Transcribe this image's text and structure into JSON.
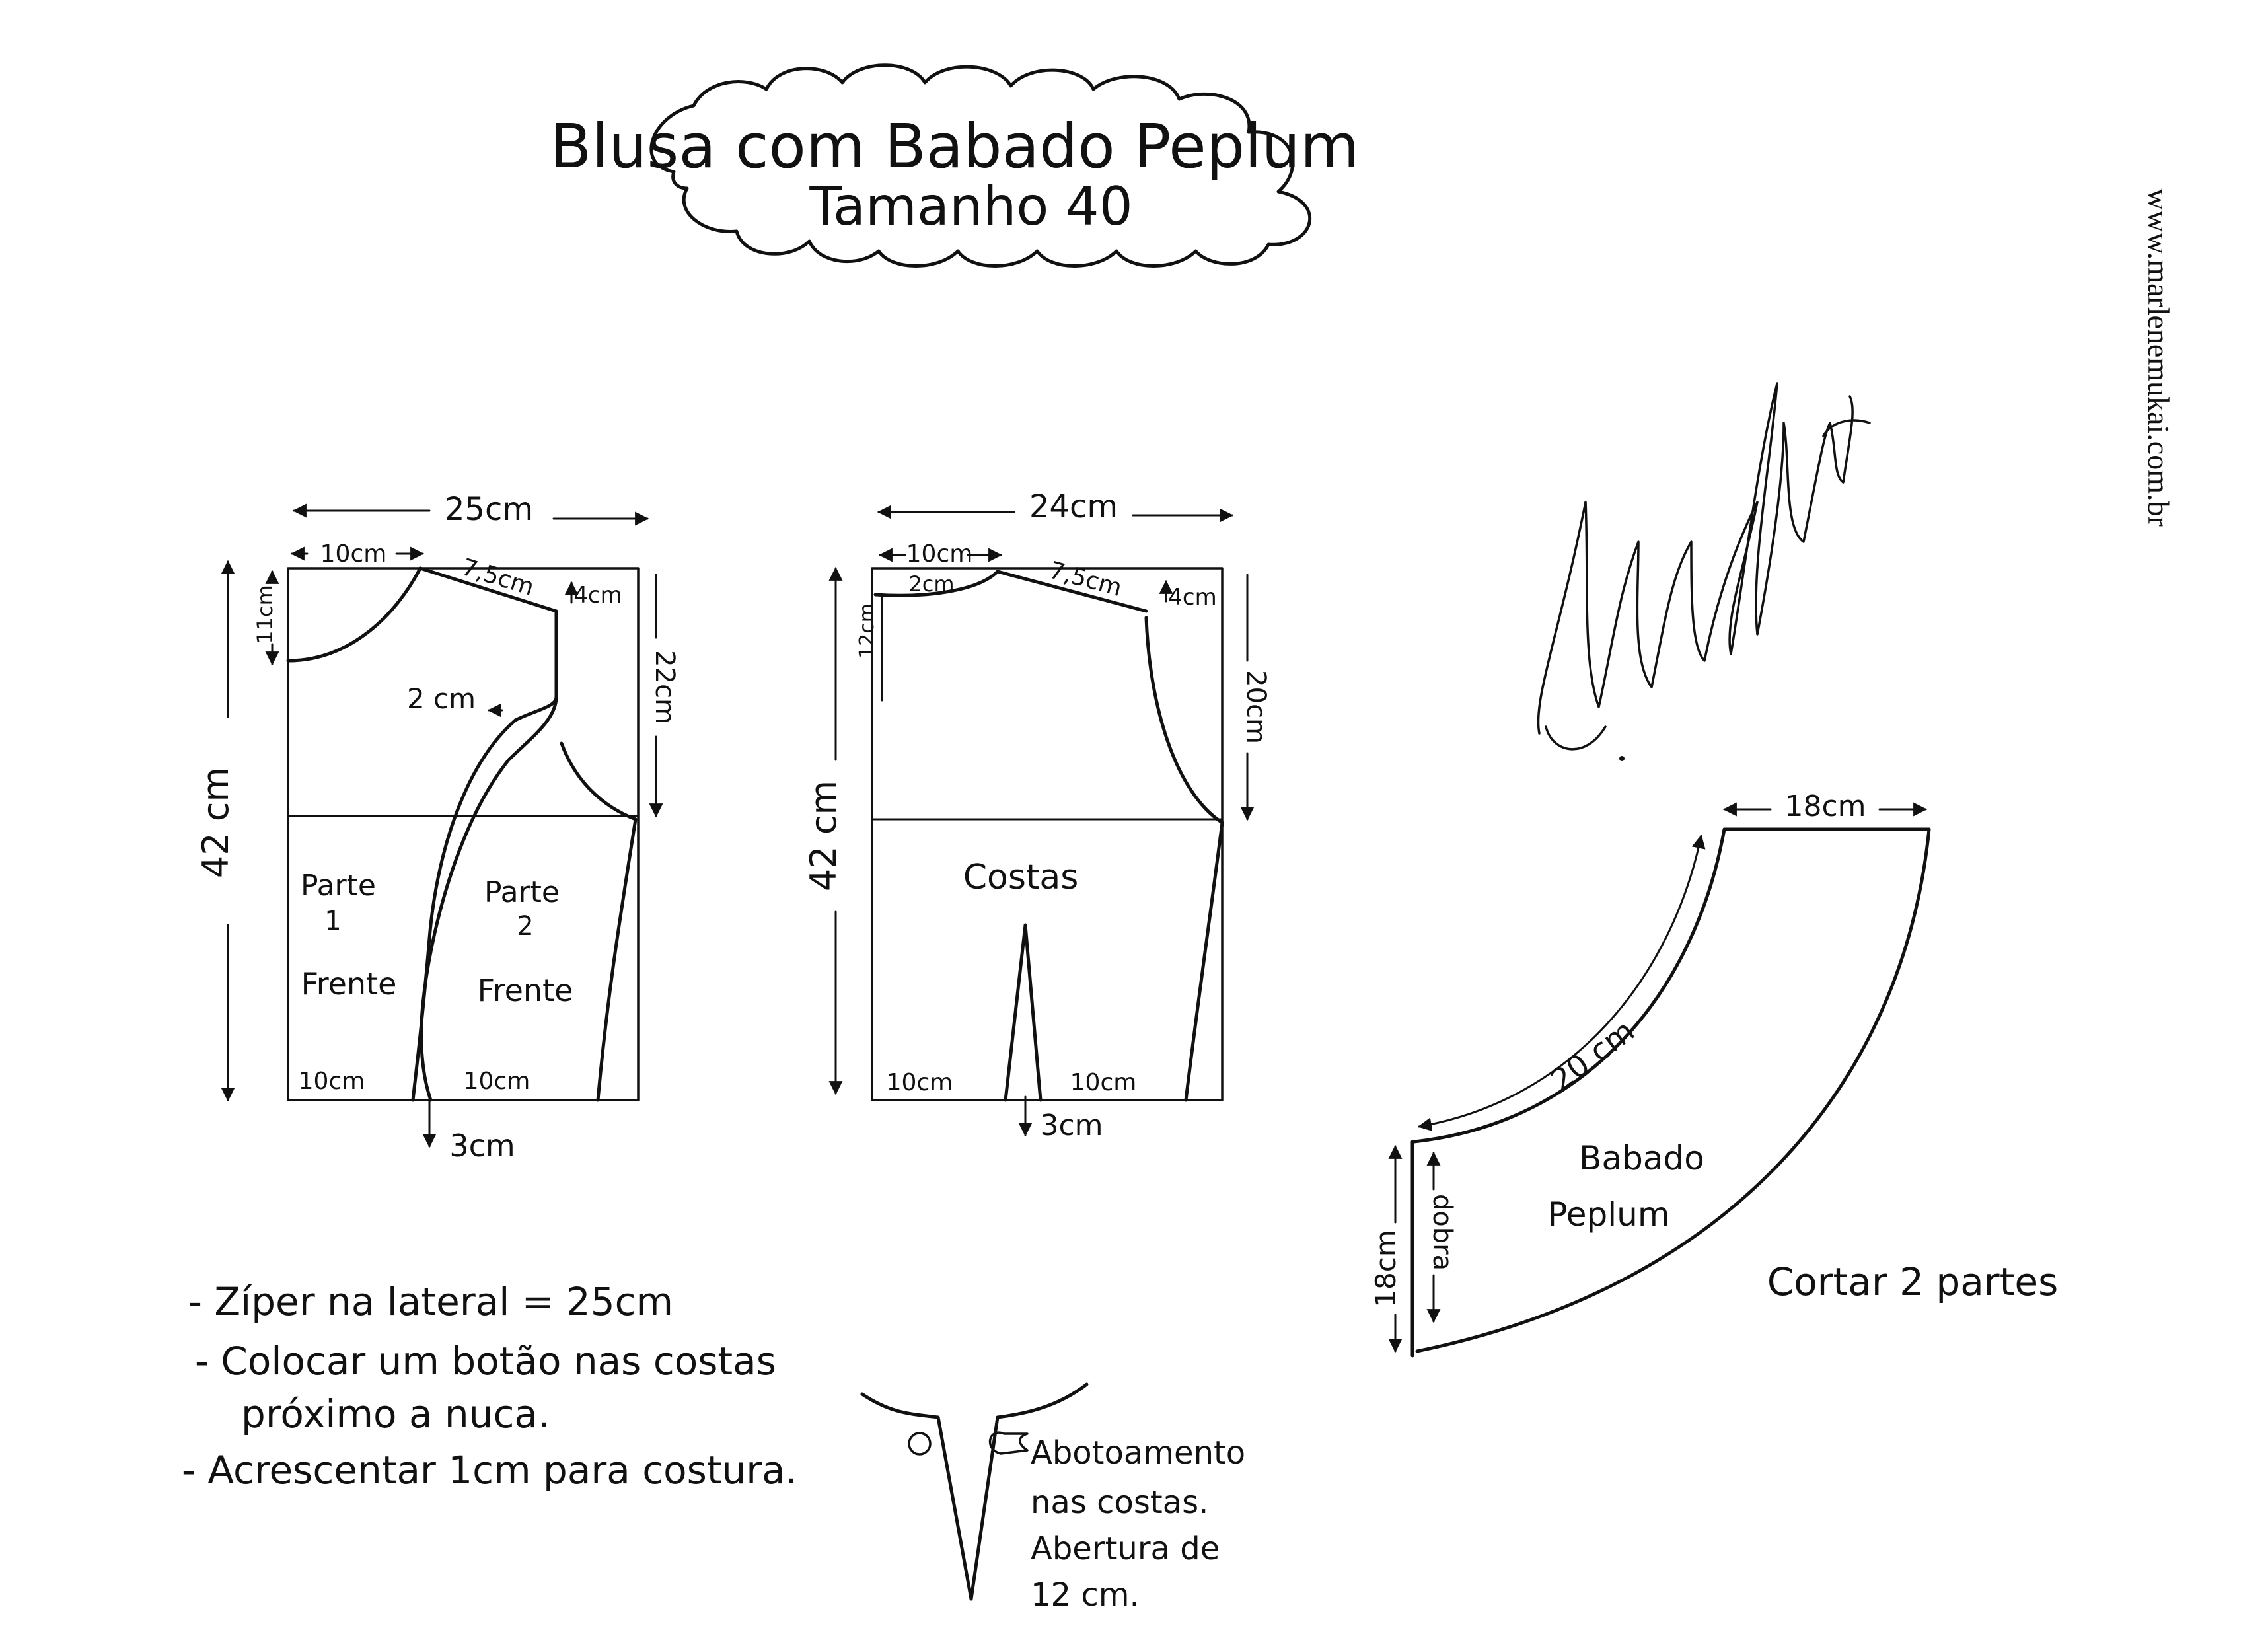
{
  "title": {
    "line1": "Blusa com Babado Peplum",
    "line2": "Tamanho 40"
  },
  "website": "www.marlenemukai.com.br",
  "signature": "Marlene Mukai",
  "front": {
    "width": "25cm",
    "height": "42 cm",
    "neck_width": "10cm",
    "shoulder": "7,5cm",
    "shoulder_drop": "4cm",
    "neck_depth": "11cm",
    "armhole_depth": "22cm",
    "curve_offset": "2 cm",
    "part1_line1": "Parte",
    "part1_line2": "1",
    "part1_line3": "Frente",
    "part2_line1": "Parte",
    "part2_line2": "2",
    "part2_line3": "Frente",
    "hem_left": "10cm",
    "hem_right": "10cm",
    "hem_gap": "3cm"
  },
  "back": {
    "width": "24cm",
    "height": "42 cm",
    "neck_width": "10cm",
    "neck_depth_small": "2cm",
    "shoulder": "7,5cm",
    "shoulder_drop": "4cm",
    "neck_depth": "12cm",
    "armhole_depth": "20cm",
    "label": "Costas",
    "hem_left": "10cm",
    "hem_right": "10cm",
    "dart": "3cm"
  },
  "peplum": {
    "top_width": "18cm",
    "inner_curve": "20 cm",
    "side": "18cm",
    "fold": "dobra",
    "label_line1": "Babado",
    "label_line2": "Peplum",
    "cut_note": "Cortar 2 partes"
  },
  "notes": [
    "- Zíper na lateral = 25cm",
    "- Colocar um botão nas costas",
    "próximo a nuca.",
    "- Acrescentar 1cm para costura."
  ],
  "closure": {
    "line1": "Abotoamento",
    "line2": "nas costas.",
    "line3": "Abertura de",
    "line4": "12 cm."
  }
}
